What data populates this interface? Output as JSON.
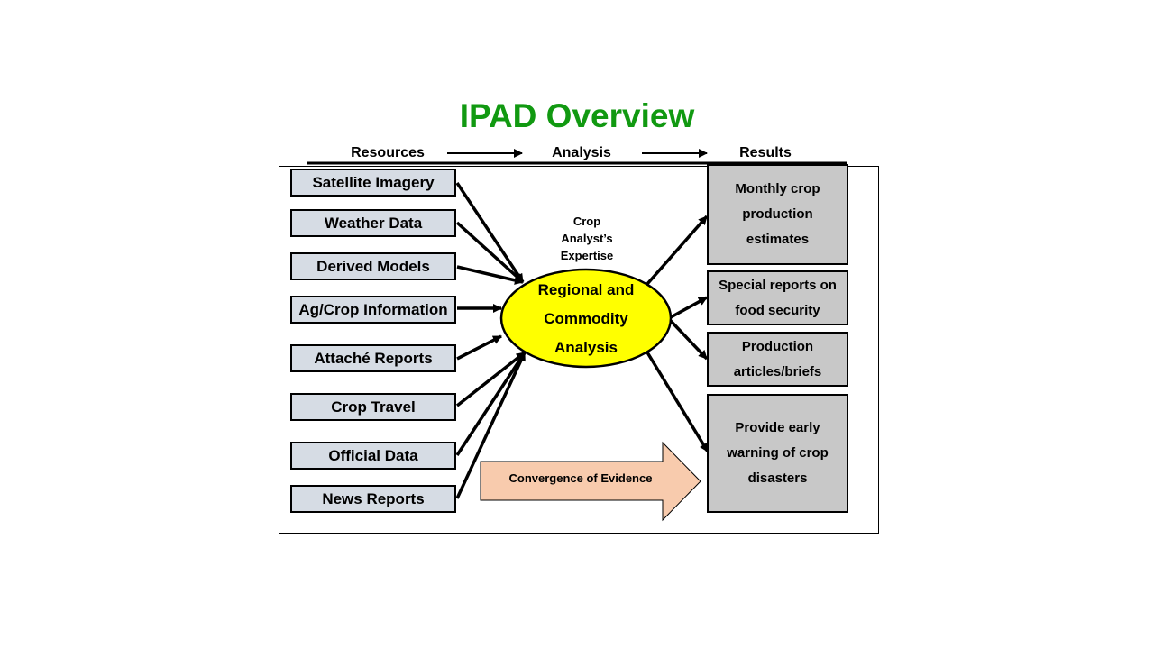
{
  "title": "IPAD Overview",
  "header": {
    "resources": "Resources",
    "analysis": "Analysis",
    "results": "Results"
  },
  "resources": [
    "Satellite Imagery",
    "Weather Data",
    "Derived Models",
    "Ag/Crop Information",
    "Attaché Reports",
    "Crop Travel",
    "Official Data",
    "News Reports"
  ],
  "expertise": [
    "Crop",
    "Analyst’s",
    "Expertise"
  ],
  "center": [
    "Regional and",
    "Commodity",
    "Analysis"
  ],
  "convergence": "Convergence of Evidence",
  "results": [
    [
      "Monthly crop",
      "production",
      "estimates"
    ],
    [
      "Special reports on",
      "food security"
    ],
    [
      "Production",
      "articles/briefs"
    ],
    [
      "Provide early",
      "warning of crop",
      "disasters"
    ]
  ],
  "colors": {
    "title": "#119911",
    "resource_fill": "#d6dce4",
    "result_fill": "#c8c8c8",
    "center_fill": "#ffff00",
    "convergence_fill": "#f8cbad"
  }
}
